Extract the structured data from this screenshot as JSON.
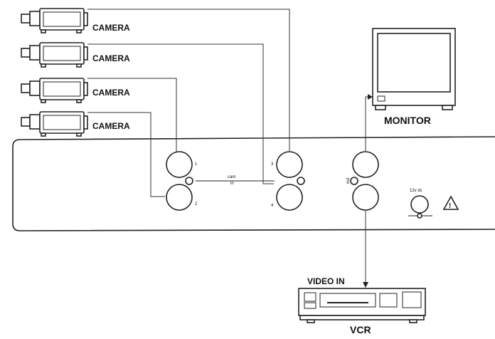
{
  "cameras": [
    {
      "label": "CAMERA"
    },
    {
      "label": "CAMERA"
    },
    {
      "label": "CAMERA"
    },
    {
      "label": "CAMERA"
    }
  ],
  "monitor": {
    "label": "MONITOR"
  },
  "vcr": {
    "label": "VCR",
    "input_label": "VIDEO IN"
  },
  "panel": {
    "ports": {
      "p1": "1",
      "p2": "2",
      "p3": "3",
      "p4": "4"
    },
    "cam_in_label_1": "cam",
    "cam_in_label_2": "in",
    "out_label": "out",
    "power_label": "12v dc",
    "warning_symbol": "!"
  }
}
